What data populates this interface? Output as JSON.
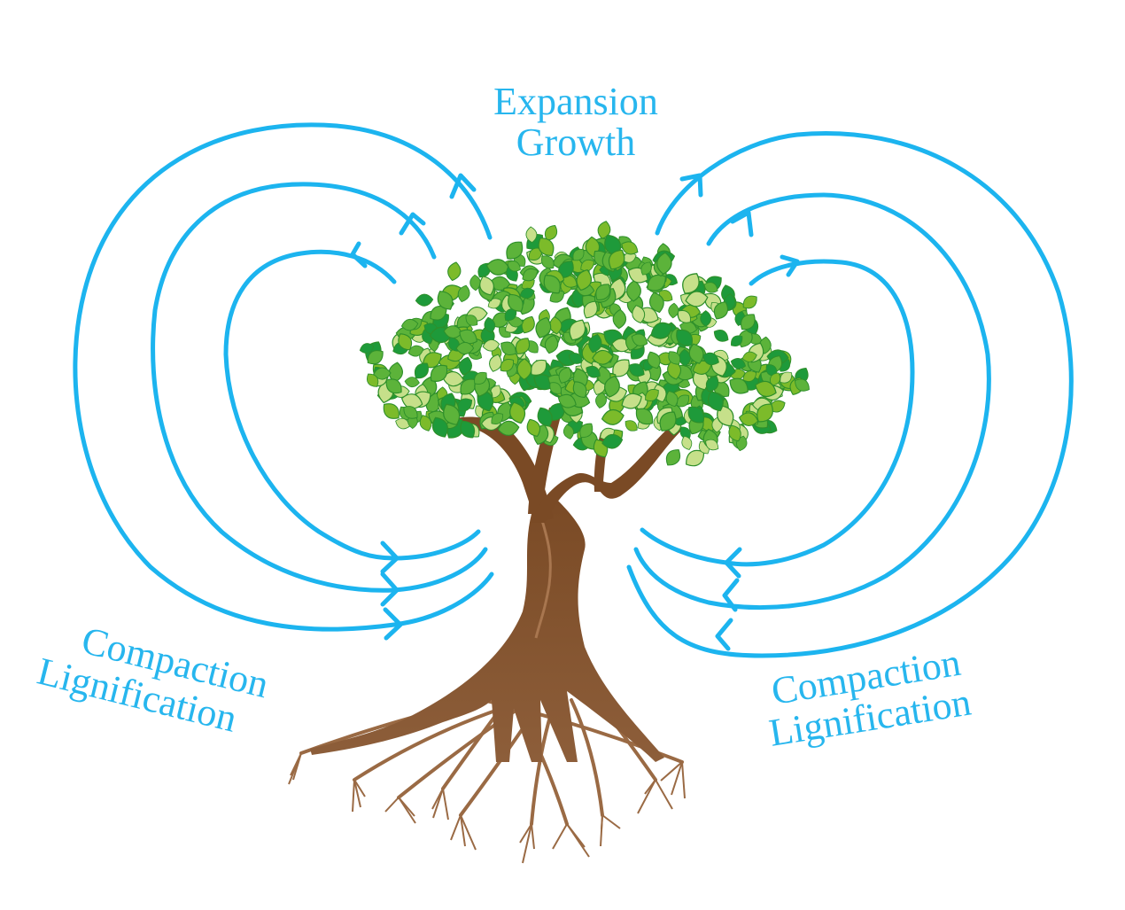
{
  "diagram": {
    "subject": "tree",
    "labels": {
      "top": {
        "line1": "Expansion",
        "line2": "Growth"
      },
      "left": {
        "line1": "Compaction",
        "line2": "Lignification"
      },
      "right": {
        "line1": "Compaction",
        "line2": "Lignification"
      }
    },
    "flows": {
      "left_loops": 3,
      "right_loops": 3,
      "direction": "outward from crown, returning inward to trunk"
    },
    "colors": {
      "arrow": "#1cb4ef",
      "text": "#27b6ee",
      "trunk": "#7a4a25",
      "trunk_light": "#9a6a44",
      "leaf_dark": "#1e9a3a",
      "leaf_mid": "#5cb33a",
      "leaf_light": "#c6e08a",
      "leaf_outline": "#2e8f2a",
      "background": "#ffffff"
    }
  }
}
